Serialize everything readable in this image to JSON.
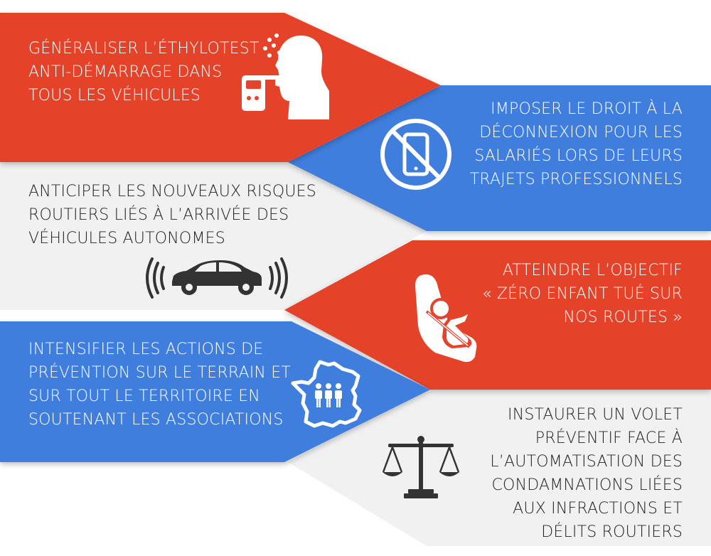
{
  "colors": {
    "red": "#e5432c",
    "blue": "#3f7ede",
    "light": "#f1f1f1",
    "icon_dark": "#333333"
  },
  "panels": [
    {
      "id": "breathalyzer",
      "color": "red",
      "text_lines": [
        "GÉNÉRALISER L’ÉTHYLOTEST",
        "ANTI-DÉMARRAGE DANS",
        "TOUS LES VÉHICULES"
      ],
      "icon": "breathalyzer-person-icon"
    },
    {
      "id": "disconnect",
      "color": "blue",
      "text_lines": [
        "IMPOSER LE DROIT À LA",
        "DÉCONNEXION POUR LES",
        "SALARIÉS LORS DE LEURS",
        "TRAJETS PROFESSIONNELS"
      ],
      "icon": "no-phone-icon"
    },
    {
      "id": "autonomous",
      "color": "light",
      "text_lines": [
        "ANTICIPER LES NOUVEAUX RISQUES",
        "ROUTIERS LIÉS À L’ARRIVÉE DES",
        "VÉHICULES AUTONOMES"
      ],
      "icon": "connected-car-icon"
    },
    {
      "id": "children",
      "color": "red",
      "text_lines": [
        "ATTEINDRE L’OBJECTIF",
        "« ZÉRO ENFANT TUÉ SUR",
        "NOS ROUTES »"
      ],
      "icon": "child-car-seat-icon"
    },
    {
      "id": "prevention",
      "color": "blue",
      "text_lines": [
        "INTENSIFIER LES ACTIONS DE",
        "PRÉVENTION SUR LE TERRAIN ET",
        "SUR TOUT LE TERRITOIRE EN",
        "SOUTENANT LES ASSOCIATIONS"
      ],
      "icon": "france-map-people-icon"
    },
    {
      "id": "automation",
      "color": "light",
      "text_lines": [
        "INSTAURER UN VOLET",
        "PRÉVENTIF FACE À",
        "L’AUTOMATISATION DES",
        "CONDAMNATIONS LIÉES",
        "AUX INFRACTIONS ET",
        "DÉLITS ROUTIERS"
      ],
      "icon": "scales-of-justice-icon"
    }
  ]
}
